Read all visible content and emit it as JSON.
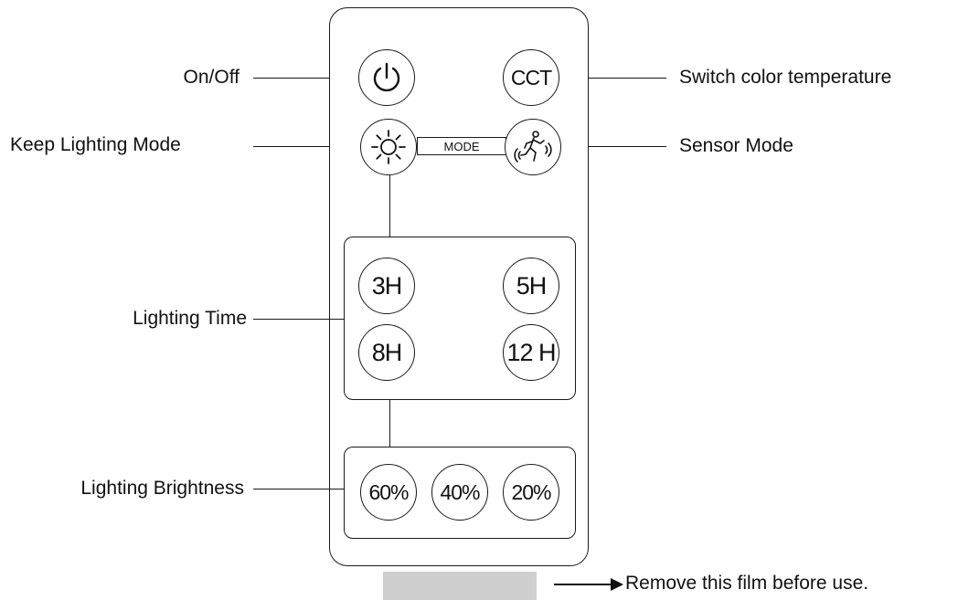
{
  "labels": {
    "on_off": "On/Off",
    "keep_lighting_mode": "Keep Lighting Mode",
    "lighting_time": "Lighting Time",
    "lighting_brightness": "Lighting Brightness",
    "switch_color_temperature": "Switch color temperature",
    "sensor_mode": "Sensor Mode",
    "film_note": "Remove this film before use."
  },
  "buttons": {
    "cct": "CCT",
    "mode": "MODE",
    "time": [
      "3H",
      "5H",
      "8H",
      "12 H"
    ],
    "brightness": [
      "60%",
      "40%",
      "20%"
    ]
  },
  "icons": {
    "power": "power-icon",
    "sun": "sun-icon",
    "sensor": "running-person-icon",
    "arrow": "arrow-right-icon"
  },
  "colors": {
    "stroke": "#1a1a1a",
    "film": "#cfcfcf"
  }
}
